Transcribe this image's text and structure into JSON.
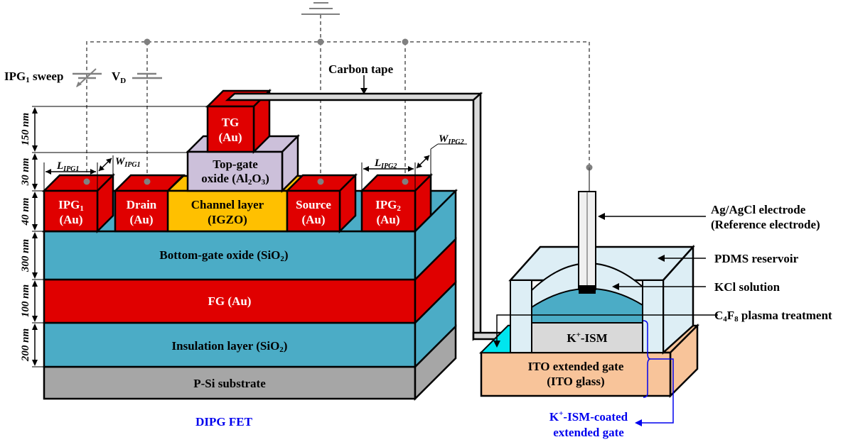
{
  "figure": {
    "device_caption": "DIPG FET",
    "sources": {
      "ipg1_sweep": "IPG",
      "ipg1_sweep_sub": "1",
      "ipg1_sweep_suffix": " sweep",
      "vd": "V",
      "vd_sub": "D"
    },
    "carbon_tape": "Carbon tape",
    "dimensions": {
      "tg": "150 nm",
      "top_oxide": "30 nm",
      "electrodes": "40 nm",
      "bottom_oxide": "300 nm",
      "fg": "100 nm",
      "insulation": "200 nm",
      "l_ipg1": "L",
      "l_ipg1_sub": "IPG1",
      "w_ipg1": "W",
      "w_ipg1_sub": "IPG1",
      "l_ipg2": "L",
      "l_ipg2_sub": "IPG2",
      "w_ipg2": "W",
      "w_ipg2_sub": "IPG2"
    },
    "layers": {
      "tg_line1": "TG",
      "tg_line2": "(Au)",
      "top_oxide_line1": "Top-gate",
      "top_oxide_line2a": "oxide (Al",
      "top_oxide_line2_sub1": "2",
      "top_oxide_line2b": "O",
      "top_oxide_line2_sub2": "3",
      "top_oxide_line2c": ")",
      "ipg1_line1": "IPG",
      "ipg1_sub": "1",
      "ipg1_line2": "(Au)",
      "drain_line1": "Drain",
      "drain_line2": "(Au)",
      "channel_line1": "Channel layer",
      "channel_line2": "(IGZO)",
      "source_line1": "Source",
      "source_line2": "(Au)",
      "ipg2_line1": "IPG",
      "ipg2_sub": "2",
      "ipg2_line2": "(Au)",
      "bottom_oxide_a": "Bottom-gate oxide (SiO",
      "bottom_oxide_sub": "2",
      "bottom_oxide_b": ")",
      "fg": "FG (Au)",
      "insulation_a": "Insulation layer (SiO",
      "insulation_sub": "2",
      "insulation_b": ")",
      "substrate": "P-Si substrate"
    },
    "sensor": {
      "ref_electrode_line1": "Ag/AgCl electrode",
      "ref_electrode_line2": "(Reference electrode)",
      "pdms": "PDMS reservoir",
      "kcl": "KCl solution",
      "c4f8_a": "C",
      "c4f8_sub1": "4",
      "c4f8_b": "F",
      "c4f8_sub2": "8",
      "c4f8_c": " plasma treatment",
      "ism_a": "K",
      "ism_sup": "+",
      "ism_b": "-ISM",
      "ito_line1": "ITO extended gate",
      "ito_line2": "(ITO glass)",
      "coated_a": "K",
      "coated_sup": "+",
      "coated_b": "-ISM-coated",
      "coated_line2": "extended gate"
    },
    "colors": {
      "gold_electrode": "#e00000",
      "sio2": "#4bacc6",
      "igzo": "#ffc000",
      "al2o3": "#ccc0da",
      "substrate": "#a6a6a6",
      "ito": "#f8c49a",
      "pdms": "#ddeef5",
      "ism": "#d9d9d9",
      "c4f8": "#00e5ee",
      "wire": "#808080",
      "annotation_blue": "#0000ee"
    }
  }
}
